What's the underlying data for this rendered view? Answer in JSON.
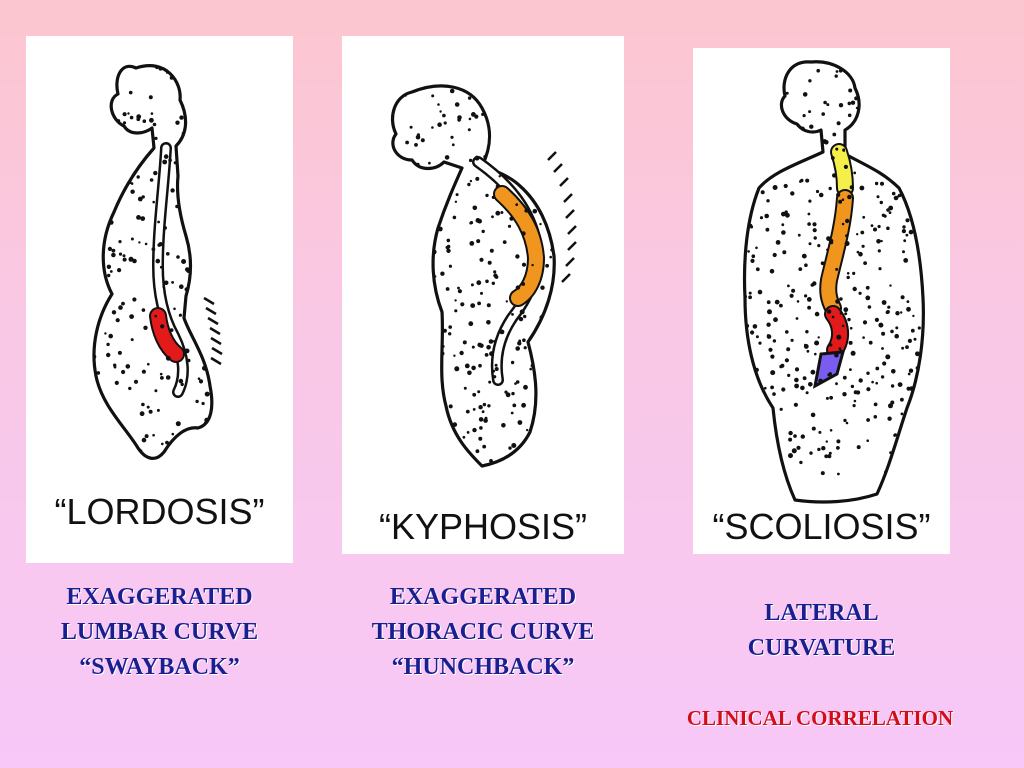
{
  "panels": [
    {
      "label": "“LORDOSIS”"
    },
    {
      "label": "“KYPHOSIS”"
    },
    {
      "label": "“SCOLIOSIS”"
    }
  ],
  "captions": {
    "lordosis": [
      "EXAGGERATED",
      "LUMBAR CURVE",
      "“SWAYBACK”"
    ],
    "kyphosis": [
      "EXAGGERATED",
      "THORACIC CURVE",
      "“HUNCHBACK”"
    ],
    "scoliosis": [
      "LATERAL",
      "CURVATURE"
    ]
  },
  "footer": "CLINICAL CORRELATION",
  "colors": {
    "caption": "#1a1f8f",
    "footer": "#d10d18",
    "lumbar": "#e31a1a",
    "thoracic": "#f0961e",
    "cervical": "#f5ef4a",
    "sacral": "#7b5cf0"
  }
}
